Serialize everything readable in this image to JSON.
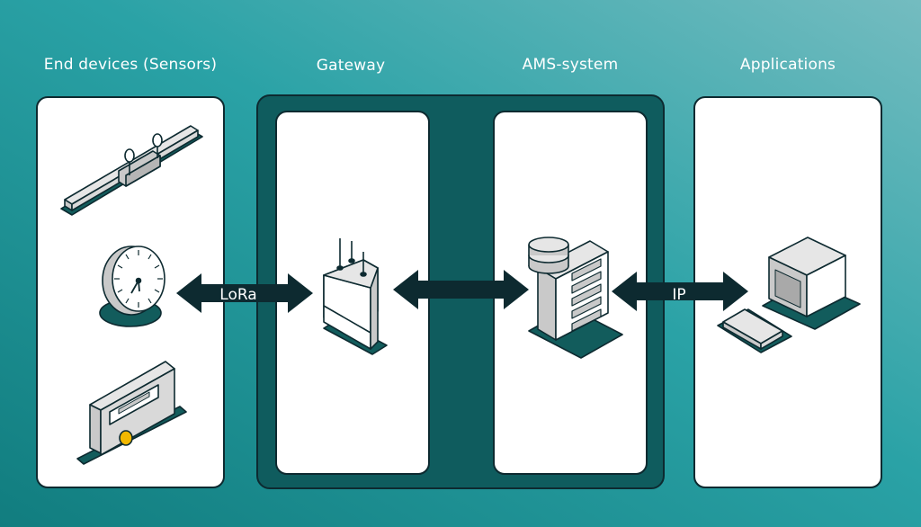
{
  "columns": [
    {
      "title": "End devices (Sensors)"
    },
    {
      "title": "Gateway"
    },
    {
      "title": "AMS-system"
    },
    {
      "title": "Applications"
    }
  ],
  "connections": [
    {
      "label": "LoRa",
      "from": "End devices (Sensors)",
      "to": "Gateway"
    },
    {
      "label": "",
      "from": "Gateway",
      "to": "AMS-system"
    },
    {
      "label": "IP",
      "from": "AMS-system",
      "to": "Applications"
    }
  ],
  "colors": {
    "background_start": "#147e7f",
    "background_end": "#6cb9bd",
    "dark_panel": "#0f5c5e",
    "dark_outline": "#0d2a30",
    "arrow": "#0d2a30",
    "device_shadow": "#125c5c",
    "device_gray": "#c9c9c9",
    "device_light": "#e6e6e6",
    "meter_dial": "#f2b800",
    "card_fill": "#ffffff"
  }
}
